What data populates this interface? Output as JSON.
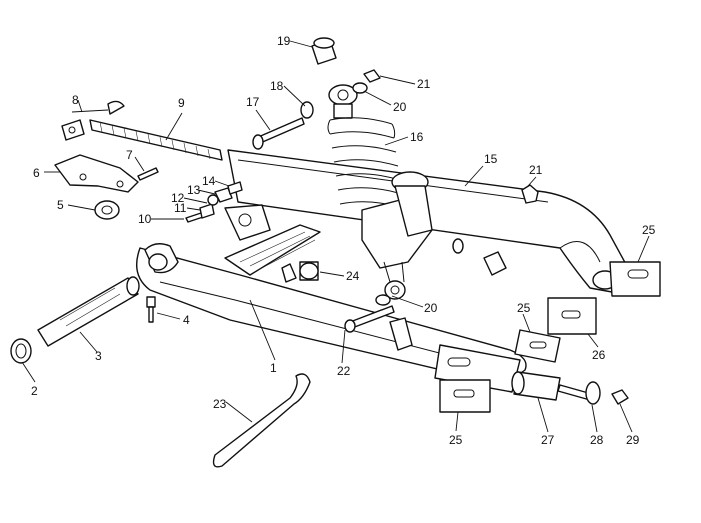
{
  "diagram": {
    "callouts": [
      "1",
      "2",
      "3",
      "4",
      "5",
      "6",
      "7",
      "8",
      "9",
      "10",
      "11",
      "12",
      "13",
      "14",
      "15",
      "16",
      "17",
      "18",
      "19",
      "20",
      "20",
      "21",
      "21",
      "22",
      "23",
      "24",
      "25",
      "25",
      "25",
      "26",
      "27",
      "28",
      "29"
    ]
  }
}
